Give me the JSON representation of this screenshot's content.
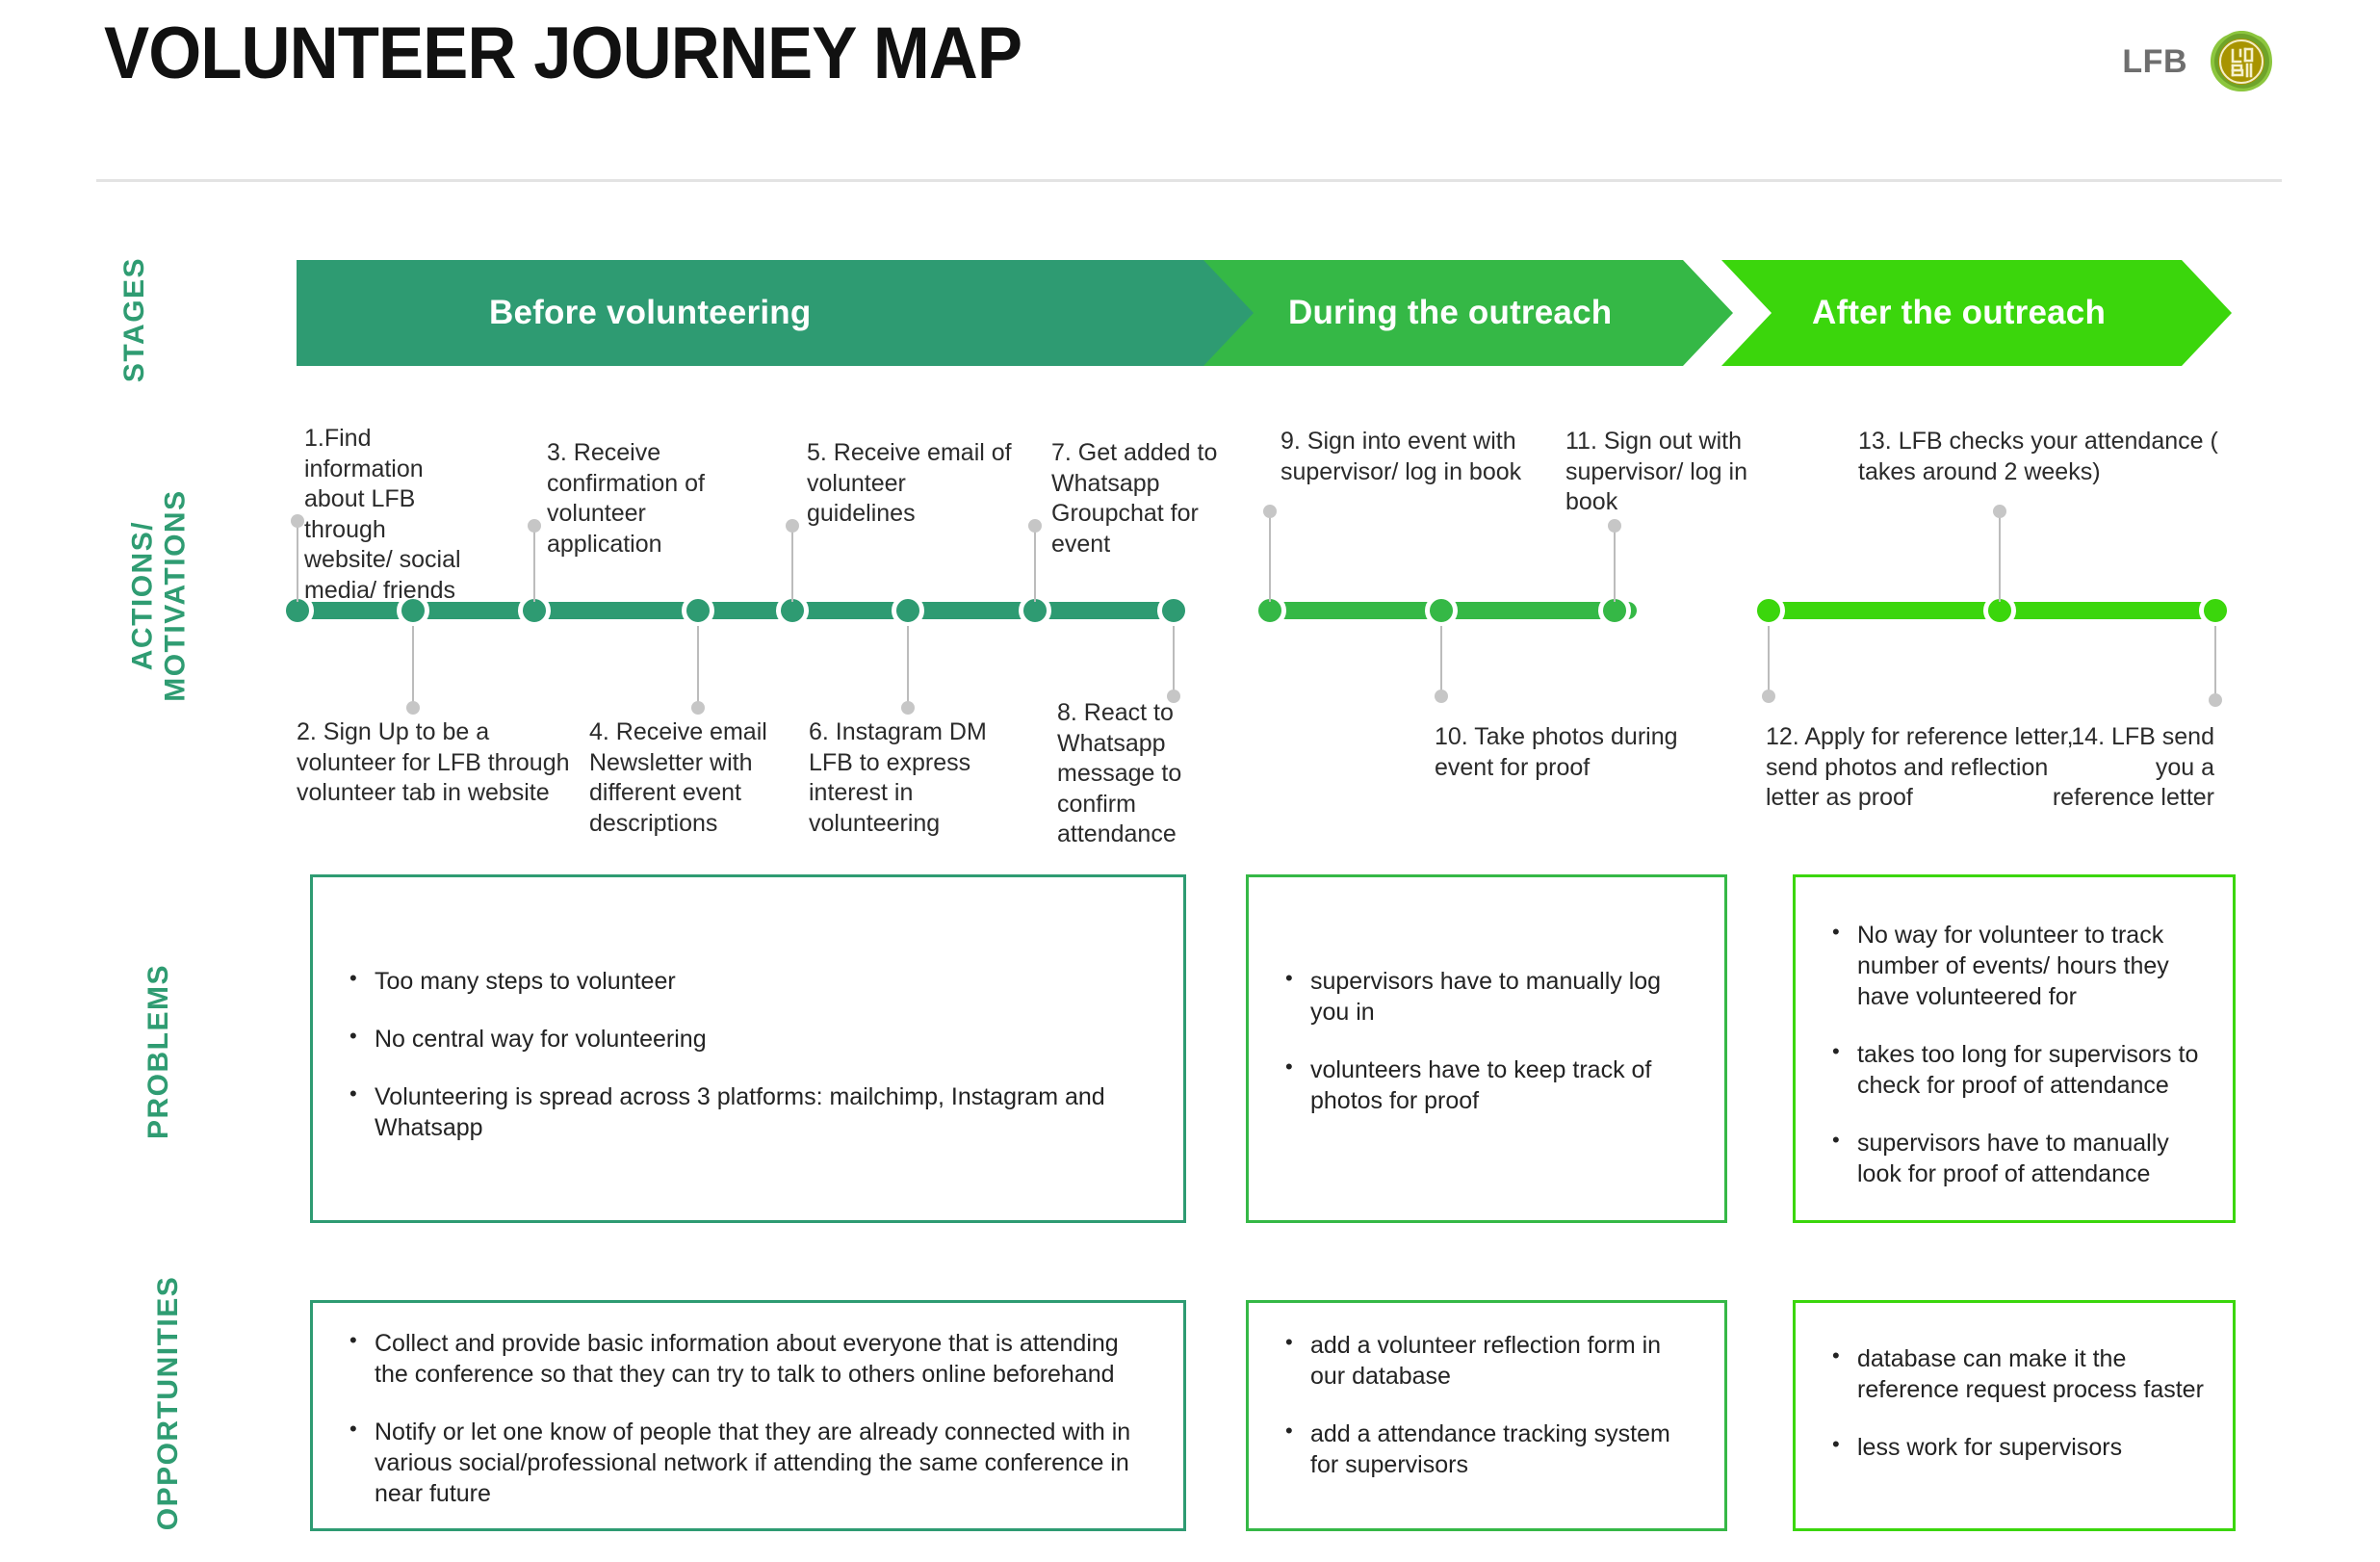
{
  "header": {
    "title": "VOLUNTEER JOURNEY MAP",
    "brand_name": "LFB",
    "logo_name": "lfb-circular-logo"
  },
  "rail_labels": {
    "stages": "STAGES",
    "actions_line1": "ACTIONS/",
    "actions_line2": "MOTIVATIONS",
    "problems": "PROBLEMS",
    "opportunities": "OPPORTUNITIES"
  },
  "colors": {
    "stage1": "#2E9B72",
    "stage2": "#35B846",
    "stage3": "#3BD60C",
    "rail_text": "#2F9C72",
    "leader": "#BCBCBC",
    "title": "#111111",
    "brand_text": "#6E6E6E"
  },
  "stages": [
    {
      "label": "Before volunteering",
      "color_key": "stage1"
    },
    {
      "label": "During the outreach",
      "color_key": "stage2"
    },
    {
      "label": "After the outreach",
      "color_key": "stage3"
    }
  ],
  "steps": [
    {
      "num": 1,
      "text": "1.Find information about LFB through website/ social media/ friends",
      "side": "above",
      "align": "left",
      "stage": 1
    },
    {
      "num": 2,
      "text": "2. Sign Up to be a volunteer for LFB through volunteer tab in website",
      "side": "below",
      "align": "left",
      "stage": 1
    },
    {
      "num": 3,
      "text": "3. Receive confirmation of volunteer application",
      "side": "above",
      "align": "left",
      "stage": 1
    },
    {
      "num": 4,
      "text": "4. Receive email Newsletter with different event descriptions",
      "side": "below",
      "align": "left",
      "stage": 1
    },
    {
      "num": 5,
      "text": "5. Receive email of volunteer guidelines",
      "side": "above",
      "align": "left",
      "stage": 1
    },
    {
      "num": 6,
      "text": "6. Instagram DM LFB to express interest in volunteering",
      "side": "below",
      "align": "left",
      "stage": 1
    },
    {
      "num": 7,
      "text": "7. Get added to Whatsapp Groupchat for event",
      "side": "above",
      "align": "left",
      "stage": 1
    },
    {
      "num": 8,
      "text": "8. React to Whatsapp message to confirm attendance",
      "side": "below",
      "align": "left",
      "stage": 1
    },
    {
      "num": 9,
      "text": "9. Sign into event with supervisor/ log in book",
      "side": "above",
      "align": "left",
      "stage": 2
    },
    {
      "num": 10,
      "text": "10. Take photos during event for proof",
      "side": "below",
      "align": "left",
      "stage": 2
    },
    {
      "num": 11,
      "text": "11. Sign out with supervisor/ log in book",
      "side": "above",
      "align": "left",
      "stage": 2
    },
    {
      "num": 12,
      "text": "12. Apply for reference letter, send photos and reflection letter as proof",
      "side": "below",
      "align": "left",
      "stage": 3
    },
    {
      "num": 13,
      "text": "13. LFB checks your attendance ( takes around 2 weeks)",
      "side": "above",
      "align": "left",
      "stage": 3
    },
    {
      "num": 14,
      "text": "14. LFB send you a reference letter",
      "side": "below",
      "align": "right",
      "stage": 3
    }
  ],
  "problems": [
    {
      "stage": 1,
      "items": [
        "Too many steps to volunteer",
        "No central way for volunteering",
        "Volunteering is spread across 3 platforms: mailchimp, Instagram and Whatsapp"
      ]
    },
    {
      "stage": 2,
      "items": [
        "supervisors have to manually log you in",
        "volunteers have to keep track of photos for proof"
      ]
    },
    {
      "stage": 3,
      "items": [
        "No way for volunteer to track number of events/ hours they have volunteered for",
        "takes too long for supervisors to check for proof of attendance",
        "supervisors have to manually look for proof of attendance"
      ]
    }
  ],
  "opportunities": [
    {
      "stage": 1,
      "items": [
        "Collect and provide basic information about everyone that is attending the conference so that they can try to talk to others online beforehand",
        "Notify or let one know of people that they are already connected with in various social/professional network if attending the same conference in near future"
      ]
    },
    {
      "stage": 2,
      "items": [
        "add a volunteer reflection form in our database",
        "add a attendance tracking system for supervisors"
      ]
    },
    {
      "stage": 3,
      "items": [
        "database can make it the reference request process faster",
        "less work for supervisors"
      ]
    }
  ]
}
